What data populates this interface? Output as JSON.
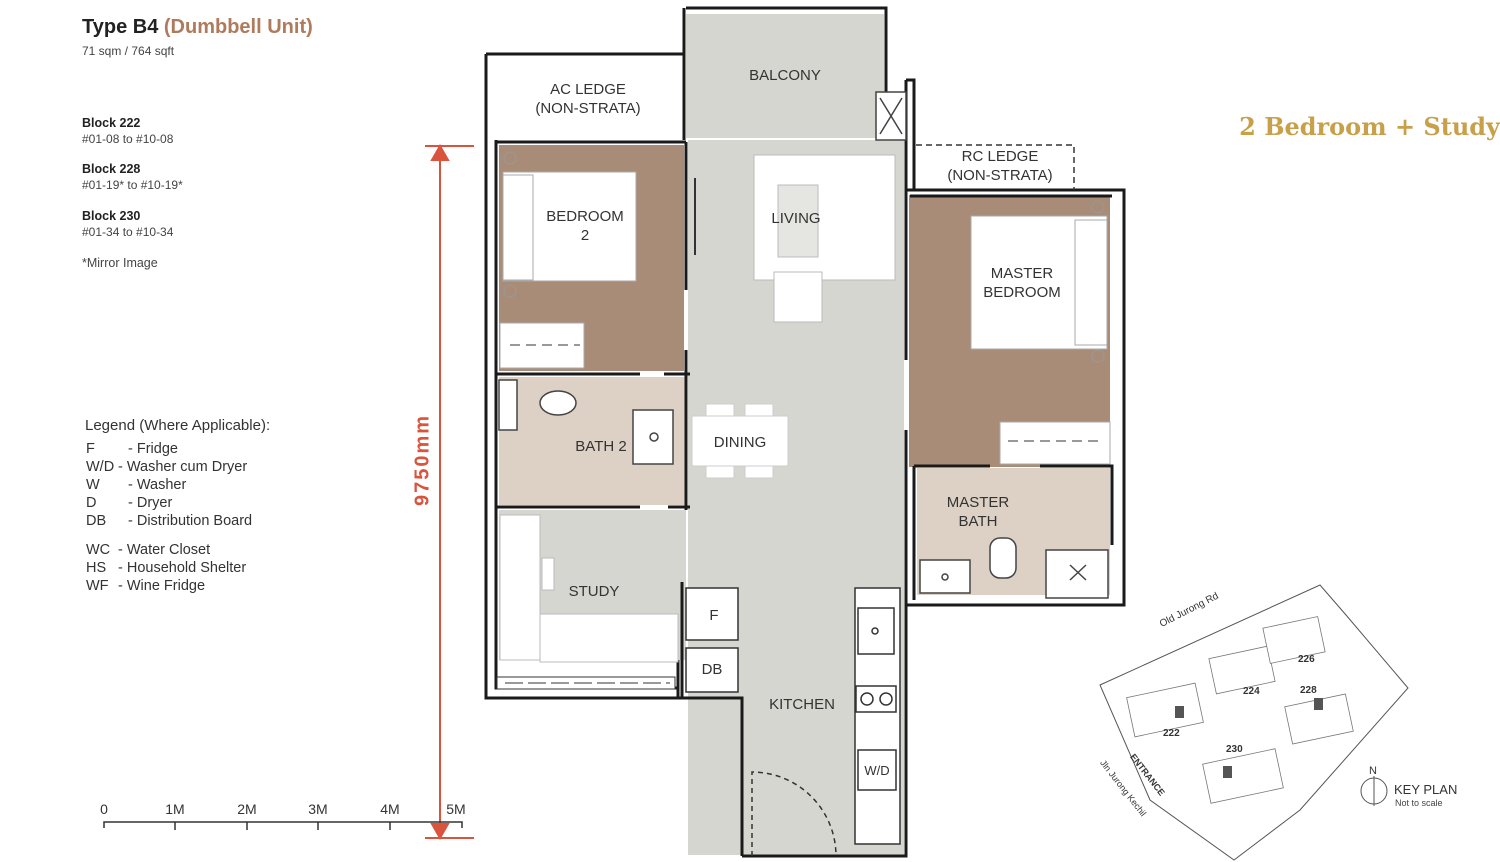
{
  "unit": {
    "type_label": "Type B4",
    "type_note": "(Dumbbell Unit)",
    "area": "71 sqm / 764 sqft",
    "category": "2 Bedroom + Study"
  },
  "blocks": [
    {
      "name": "Block 222",
      "range": "#01-08 to #10-08"
    },
    {
      "name": "Block 228",
      "range": "#01-19* to #10-19*"
    },
    {
      "name": "Block 230",
      "range": "#01-34 to #10-34"
    }
  ],
  "mirror_note": "*Mirror Image",
  "legend": {
    "title": "Legend (Where Applicable):",
    "items": [
      {
        "code": "F",
        "desc": "- Fridge"
      },
      {
        "code": "W/D",
        "desc": "- Washer cum Dryer"
      },
      {
        "code": "W",
        "desc": "- Washer"
      },
      {
        "code": "D",
        "desc": "- Dryer"
      },
      {
        "code": "DB",
        "desc": "- Distribution Board"
      },
      {
        "code": "WC",
        "desc": "- Water Closet"
      },
      {
        "code": "HS",
        "desc": "- Household Shelter"
      },
      {
        "code": "WF",
        "desc": "- Wine Fridge"
      }
    ]
  },
  "dimension": "9750mm",
  "scale": [
    "0",
    "1M",
    "2M",
    "3M",
    "4M",
    "5M"
  ],
  "rooms": {
    "ac_ledge": [
      "AC LEDGE",
      "(NON-STRATA)"
    ],
    "balcony": "BALCONY",
    "rc_ledge": [
      "RC LEDGE",
      "(NON-STRATA)"
    ],
    "bedroom2": [
      "BEDROOM",
      "2"
    ],
    "living": "LIVING",
    "master_bedroom": [
      "MASTER",
      "BEDROOM"
    ],
    "bath2": "BATH 2",
    "dining": "DINING",
    "master_bath": [
      "MASTER",
      "BATH"
    ],
    "study": "STUDY",
    "fridge": "F",
    "db": "DB",
    "kitchen": "KITCHEN",
    "wd": "W/D"
  },
  "keyplan": {
    "title": "KEY PLAN",
    "note": "Not to scale",
    "north": "N",
    "road1": "Old Jurong Rd",
    "road2": "Jln Jurong Kechil",
    "entrance": "ENTRANCE",
    "blocks": [
      "222",
      "224",
      "226",
      "228",
      "230"
    ]
  },
  "colors": {
    "accent": "#b07a5c",
    "category": "#c8a04a",
    "dimension": "#d9533d",
    "bedroom_floor": "#a98c78",
    "bath_floor": "#ddd0c5",
    "common_floor": "#d6d6d1",
    "wall": "#1a1a1a"
  }
}
